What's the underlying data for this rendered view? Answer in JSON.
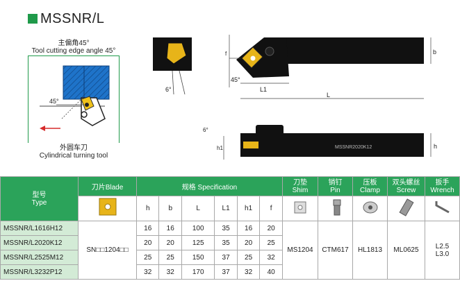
{
  "title": "MSSNR/L",
  "angle_label_cn": "主偏角45°",
  "angle_label_en": "Tool cutting edge angle 45°",
  "cyl_label_cn": "外圆车刀",
  "cyl_label_en": "Cylindrical turning tool",
  "diagram": {
    "angle_45": "45°",
    "angle_6": "6°",
    "dim_f": "f",
    "dim_b": "b",
    "dim_45": "45°",
    "dim_L1": "L1",
    "dim_L": "L",
    "dim_6b": "6°",
    "dim_h1": "h1",
    "dim_h": "h",
    "engraving": "MSSNR2020K12"
  },
  "table": {
    "type_cn": "型号",
    "type_en": "Type",
    "blade": "刀片Blade",
    "spec": "规格 Specification",
    "shim_cn": "刀垫",
    "shim_en": "Shim",
    "pin_cn": "销钉",
    "pin_en": "Pin",
    "clamp_cn": "压板",
    "clamp_en": "Clamp",
    "screw_cn": "双头螺丝",
    "screw_en": "Screw",
    "wrench_cn": "扳手",
    "wrench_en": "Wrench",
    "cols": [
      "h",
      "b",
      "L",
      "L1",
      "h1",
      "f"
    ],
    "rows": [
      {
        "type": "MSSNR/L1616H12",
        "h": "16",
        "b": "16",
        "L": "100",
        "L1": "35",
        "h1": "16",
        "f": "20"
      },
      {
        "type": "MSSNR/L2020K12",
        "h": "20",
        "b": "20",
        "L": "125",
        "L1": "35",
        "h1": "20",
        "f": "25"
      },
      {
        "type": "MSSNR/L2525M12",
        "h": "25",
        "b": "25",
        "L": "150",
        "L1": "37",
        "h1": "25",
        "f": "32"
      },
      {
        "type": "MSSNR/L3232P12",
        "h": "32",
        "b": "32",
        "L": "170",
        "L1": "37",
        "h1": "32",
        "f": "40"
      }
    ],
    "blade_value": "SN□□1204□□",
    "shim_value": "MS1204",
    "pin_value": "CTM617",
    "clamp_value": "HL1813",
    "screw_value": "ML0625",
    "wrench_value_1": "L2.5",
    "wrench_value_2": "L3.0"
  }
}
